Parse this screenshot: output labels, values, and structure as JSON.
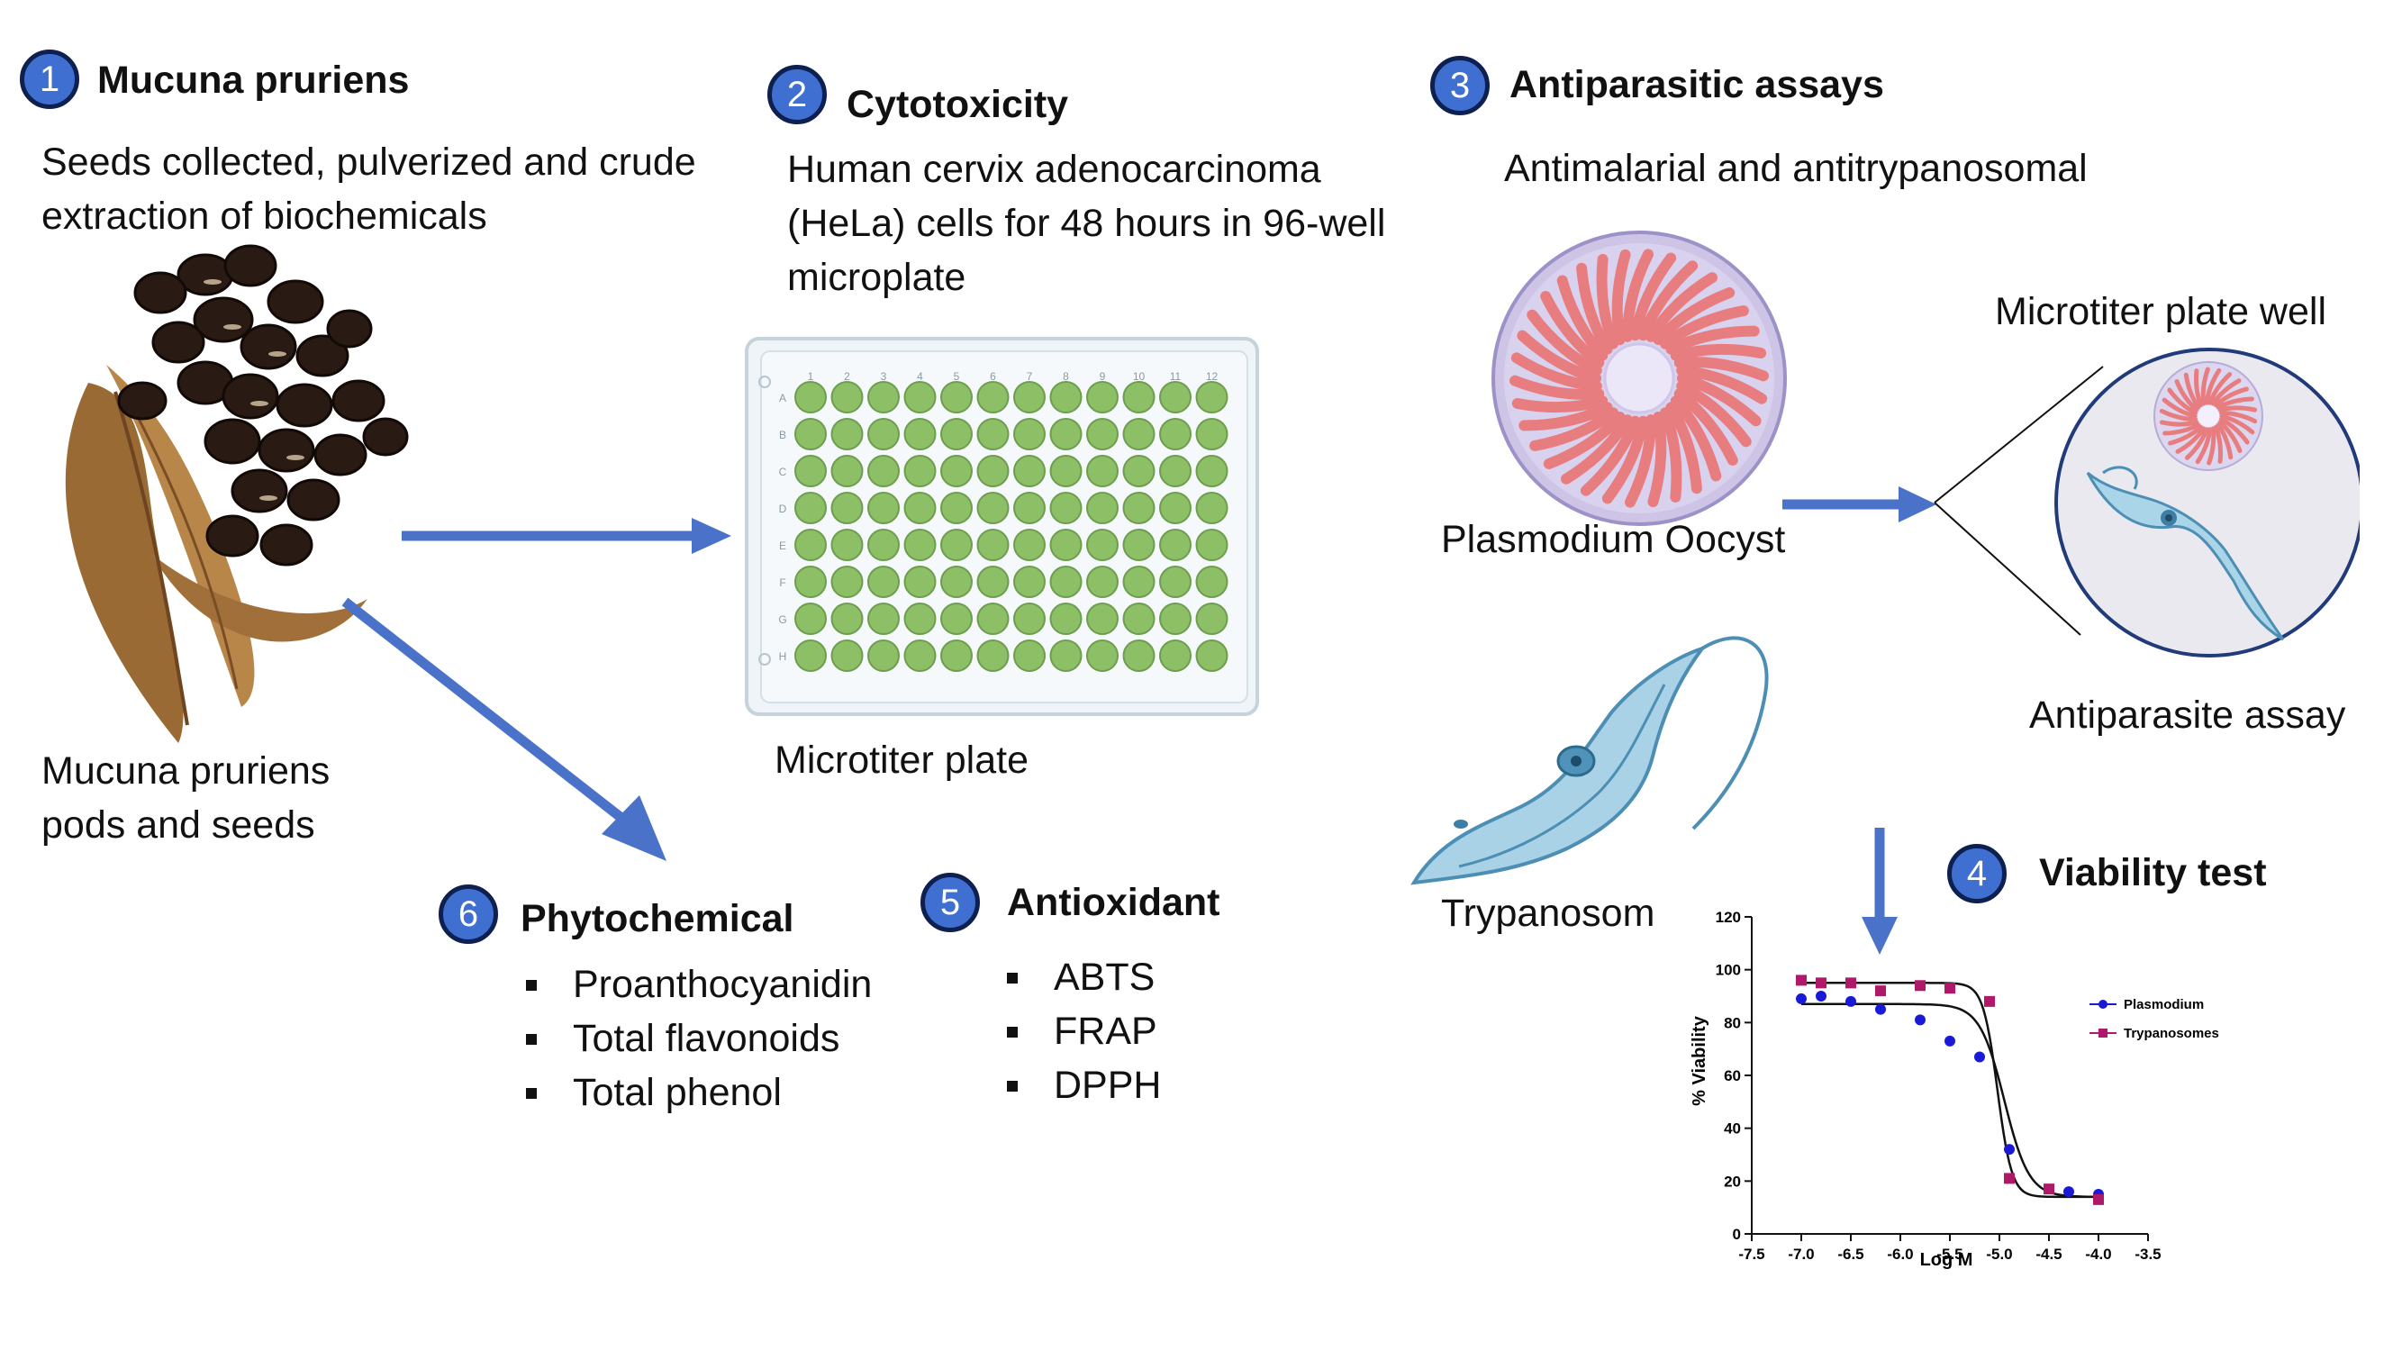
{
  "step1": {
    "number": "1",
    "title": "Mucuna pruriens",
    "desc_line1": "Seeds collected, pulverized and crude",
    "desc_line2": "extraction of biochemicals",
    "caption_line1": "Mucuna pruriens",
    "caption_line2": "pods and seeds"
  },
  "step2": {
    "number": "2",
    "title": "Cytotoxicity",
    "desc_line1": "Human cervix adenocarcinoma",
    "desc_line2": "(HeLa) cells for 48 hours in 96-well",
    "desc_line3": "microplate",
    "caption": "Microtiter plate",
    "plate_cols": [
      "1",
      "2",
      "3",
      "4",
      "5",
      "6",
      "7",
      "8",
      "9",
      "10",
      "11",
      "12"
    ],
    "plate_rows": [
      "A",
      "B",
      "C",
      "D",
      "E",
      "F",
      "G",
      "H"
    ]
  },
  "step3": {
    "number": "3",
    "title": "Antiparasitic assays",
    "desc": "Antimalarial and antitrypanosomal",
    "oocyst_label": "Plasmodium Oocyst",
    "well_label": "Microtiter plate well",
    "assay_label": "Antiparasite assay",
    "trypanosome_label": "Trypanosom"
  },
  "step4": {
    "number": "4",
    "title": "Viability test"
  },
  "step5": {
    "number": "5",
    "title": "Antioxidant",
    "items": [
      "ABTS",
      "FRAP",
      "DPPH"
    ]
  },
  "step6": {
    "number": "6",
    "title": "Phytochemical",
    "items": [
      "Proanthocyanidin",
      "Total flavonoids",
      "Total phenol"
    ]
  },
  "colors": {
    "arrow": "#4a72c8",
    "badge": "#3f6fd0",
    "well_green": "#8dbf67",
    "oocyst_pink": "#e87d80",
    "trypanosome_blue": "#a9d2e6",
    "plasmodium_series": "#1a1ad6",
    "trypanosomes_series": "#b0186a"
  },
  "chart_data": {
    "type": "scatter",
    "xlabel": "Log M",
    "ylabel": "% Viability",
    "xlim": [
      -7.5,
      -3.5
    ],
    "ylim": [
      0,
      120
    ],
    "xticks": [
      "-7.5",
      "-7.0",
      "-6.5",
      "-6.0",
      "-5.5",
      "-5.0",
      "-4.5",
      "-4.0",
      "-3.5"
    ],
    "yticks": [
      "0",
      "20",
      "40",
      "60",
      "80",
      "100",
      "120"
    ],
    "legend_position": "right",
    "series": [
      {
        "name": "Plasmodium",
        "marker": "circle",
        "color": "#1a1ad6",
        "x": [
          -7.0,
          -6.8,
          -6.5,
          -6.2,
          -5.8,
          -5.5,
          -5.2,
          -4.9,
          -4.3,
          -4.0
        ],
        "y": [
          89,
          90,
          88,
          85,
          81,
          73,
          67,
          32,
          16,
          15
        ],
        "fit": {
          "top": 87,
          "bottom": 14,
          "logic50": -4.95,
          "hill": 3.5
        }
      },
      {
        "name": "Trypanosomes",
        "marker": "square",
        "color": "#b0186a",
        "x": [
          -7.0,
          -6.8,
          -6.5,
          -6.2,
          -5.8,
          -5.5,
          -5.1,
          -4.9,
          -4.5,
          -4.0
        ],
        "y": [
          96,
          95,
          95,
          92,
          94,
          93,
          88,
          21,
          17,
          13
        ],
        "fit": {
          "top": 95,
          "bottom": 14,
          "logic50": -5.02,
          "hill": 6
        }
      }
    ]
  }
}
